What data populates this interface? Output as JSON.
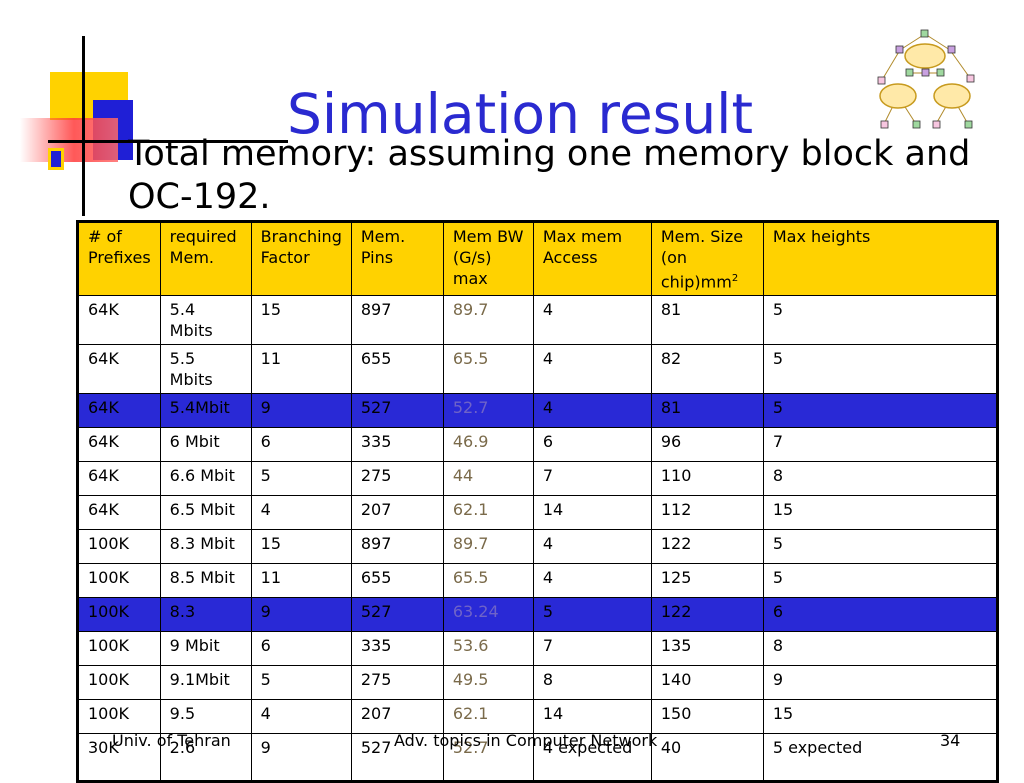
{
  "slide": {
    "title": "Simulation result",
    "subtitle": " Total memory: assuming one memory block and OC-192."
  },
  "table": {
    "headers": [
      "# of Prefixes",
      " required Mem.",
      "Branching Factor",
      "Mem. Pins",
      "Mem BW (G/s) max",
      "Max mem Access",
      "Mem. Size (on chip)mm",
      "Max heights"
    ],
    "header_sup": "2",
    "rows": [
      [
        "64K",
        "5.4 Mbits",
        "15",
        "897",
        "89.7",
        "4",
        "81",
        "5"
      ],
      [
        "64K",
        "5.5 Mbits",
        "11",
        "655",
        "65.5",
        "4",
        "82",
        "5"
      ],
      [
        "64K",
        "5.4Mbit",
        "9",
        "527",
        "52.7",
        "4",
        "81",
        "5"
      ],
      [
        "64K",
        "6  Mbit",
        "6",
        "335",
        "46.9",
        "6",
        " 96",
        "7"
      ],
      [
        "64K",
        "6.6 Mbit",
        "5",
        "275",
        "44",
        "7",
        "110",
        "8"
      ],
      [
        "64K",
        "6.5 Mbit",
        "4",
        "207",
        "62.1",
        "14",
        "112",
        "15"
      ],
      [
        "100K",
        "8.3 Mbit",
        "15",
        "897",
        "89.7",
        "4",
        "122",
        "5"
      ],
      [
        "100K",
        "8.5 Mbit",
        "11",
        "655",
        "65.5",
        "4",
        "125",
        "5"
      ],
      [
        "100K",
        "8.3",
        "9",
        "527",
        "63.24",
        "5",
        "122",
        "6"
      ],
      [
        "100K",
        "9 Mbit",
        "6",
        "335",
        "53.6",
        "7",
        "135",
        "8"
      ],
      [
        "100K",
        "9.1Mbit",
        "5",
        "275",
        "49.5",
        "8",
        "140",
        "9"
      ],
      [
        "100K",
        "9.5",
        "4",
        "207",
        "62.1",
        "14",
        "150",
        "15"
      ],
      [
        "30K",
        "2.6",
        "9",
        "527",
        "52.7",
        "4 expected",
        "40",
        "5 expected"
      ]
    ],
    "highlighted_rows": [
      2,
      8
    ]
  },
  "footer": {
    "left": "Univ. of Tehran",
    "center": "Adv. topics in Computer Network",
    "page": "34"
  },
  "colors": {
    "title": "#2a2ad0",
    "header_bg": "#ffd200",
    "highlight_row": "#2929d6",
    "accent_yellow": "#ffd200",
    "accent_red": "#ff3b3b"
  },
  "icons": [
    "network-clouds-icon"
  ]
}
